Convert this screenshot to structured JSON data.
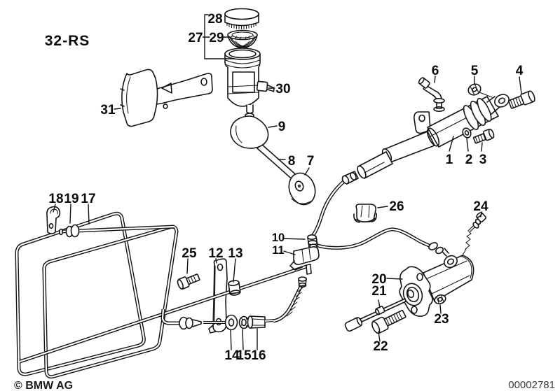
{
  "diagram": {
    "section_code": "32-RS",
    "copyright": "© BMW AG",
    "image_number": "00002781",
    "callouts": {
      "1": "1",
      "2": "2",
      "3": "3",
      "4": "4",
      "5": "5",
      "6": "6",
      "7": "7",
      "8": "8",
      "9": "9",
      "10": "10",
      "11": "11",
      "12": "12",
      "13": "13",
      "14": "14",
      "15": "15",
      "16": "16",
      "17": "17",
      "18": "18",
      "19": "19",
      "20": "20",
      "21": "21",
      "22": "22",
      "23": "23",
      "24": "24",
      "25": "25",
      "26": "26",
      "27": "27",
      "28": "28",
      "29": "29",
      "30": "30",
      "31": "31"
    }
  }
}
